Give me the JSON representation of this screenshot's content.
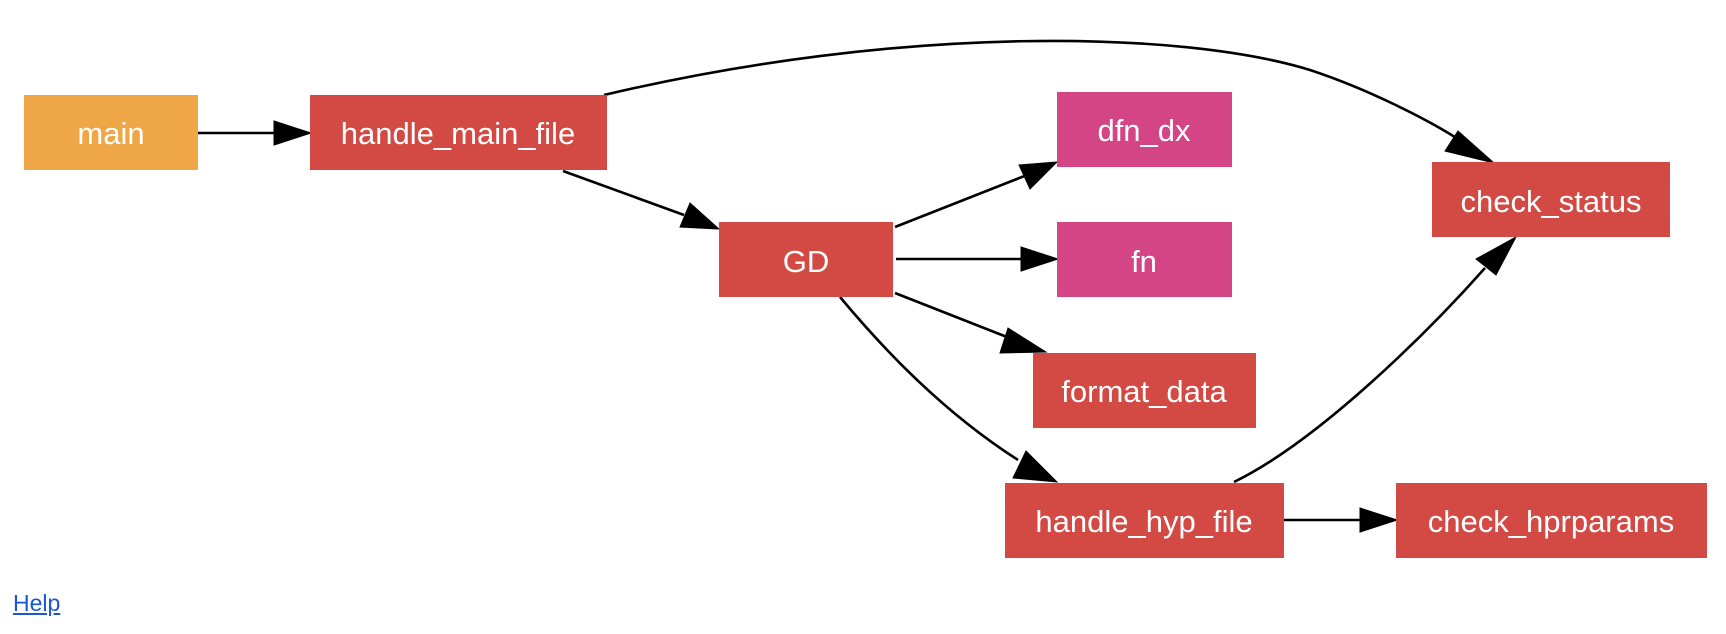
{
  "colors": {
    "entry_node": "#eea646",
    "function_node": "#d34a45",
    "leaf_node": "#d34585",
    "edge": "#000000",
    "link": "#1a56db"
  },
  "nodes": {
    "main": "main",
    "handle_main_file": "handle_main_file",
    "gd": "GD",
    "dfn_dx": "dfn_dx",
    "fn": "fn",
    "format_data": "format_data",
    "handle_hyp_file": "handle_hyp_file",
    "check_status": "check_status",
    "check_hprparams": "check_hprparams"
  },
  "edges": [
    {
      "from": "main",
      "to": "handle_main_file"
    },
    {
      "from": "handle_main_file",
      "to": "GD"
    },
    {
      "from": "handle_main_file",
      "to": "check_status"
    },
    {
      "from": "GD",
      "to": "dfn_dx"
    },
    {
      "from": "GD",
      "to": "fn"
    },
    {
      "from": "GD",
      "to": "format_data"
    },
    {
      "from": "GD",
      "to": "handle_hyp_file"
    },
    {
      "from": "handle_hyp_file",
      "to": "check_status"
    },
    {
      "from": "handle_hyp_file",
      "to": "check_hprparams"
    }
  ],
  "footer": {
    "help_label": "Help"
  }
}
